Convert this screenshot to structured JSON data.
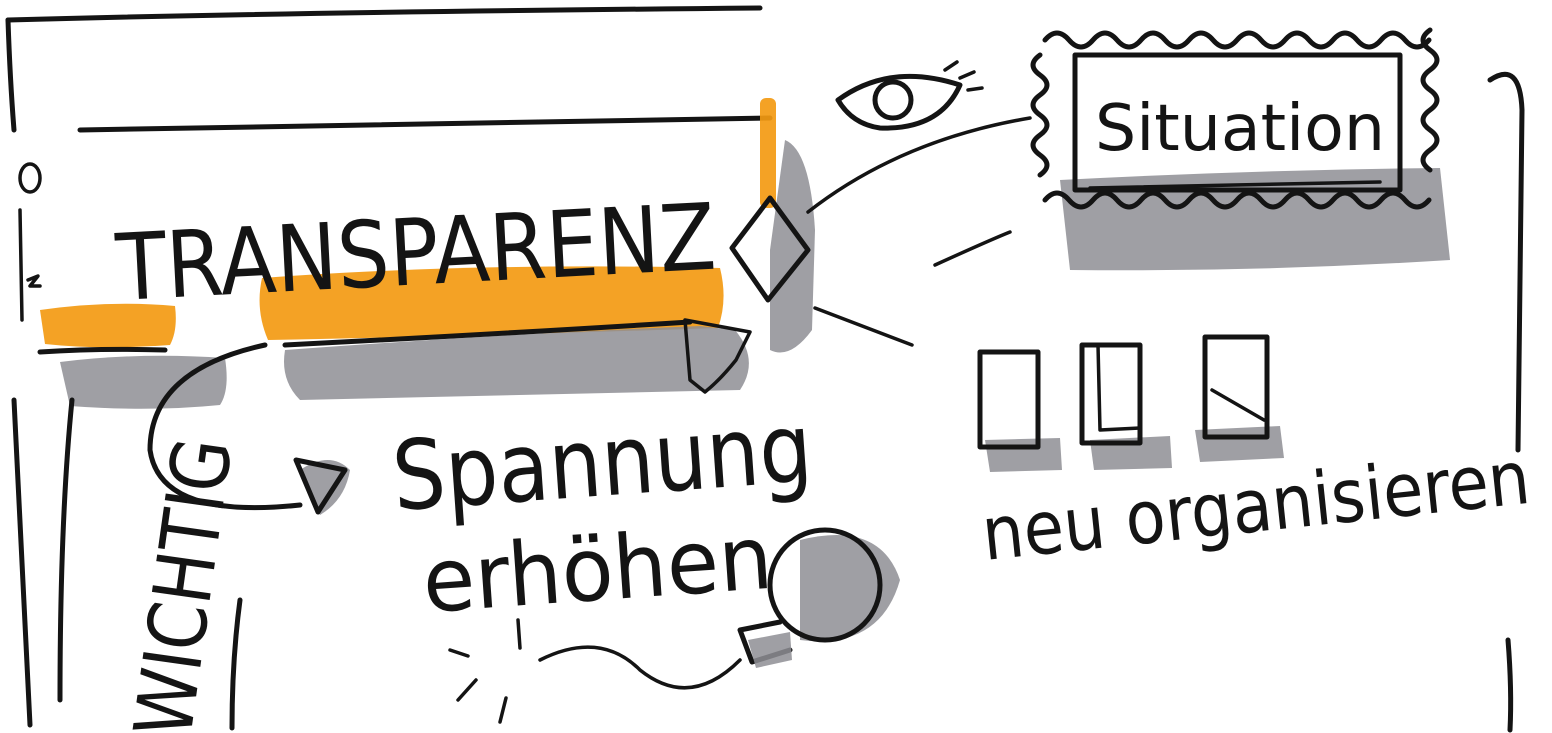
{
  "heading": "TRANSPARENZ",
  "frame_label": "Situation",
  "side_label": "WICHTIG",
  "action_label": {
    "line1": "Spannung",
    "line2": "erhöhen"
  },
  "reorganize_label": "neu organisieren",
  "colors": {
    "ink": "#141414",
    "shadow_grey": "#8e8e94",
    "highlight_orange": "#f39a12",
    "paper": "#ffffff"
  },
  "icons": [
    "eye-icon",
    "diamond-icon",
    "arrow-cursor-icon",
    "magnifier-icon",
    "stamp-frame-icon",
    "three-boxes-icon"
  ]
}
